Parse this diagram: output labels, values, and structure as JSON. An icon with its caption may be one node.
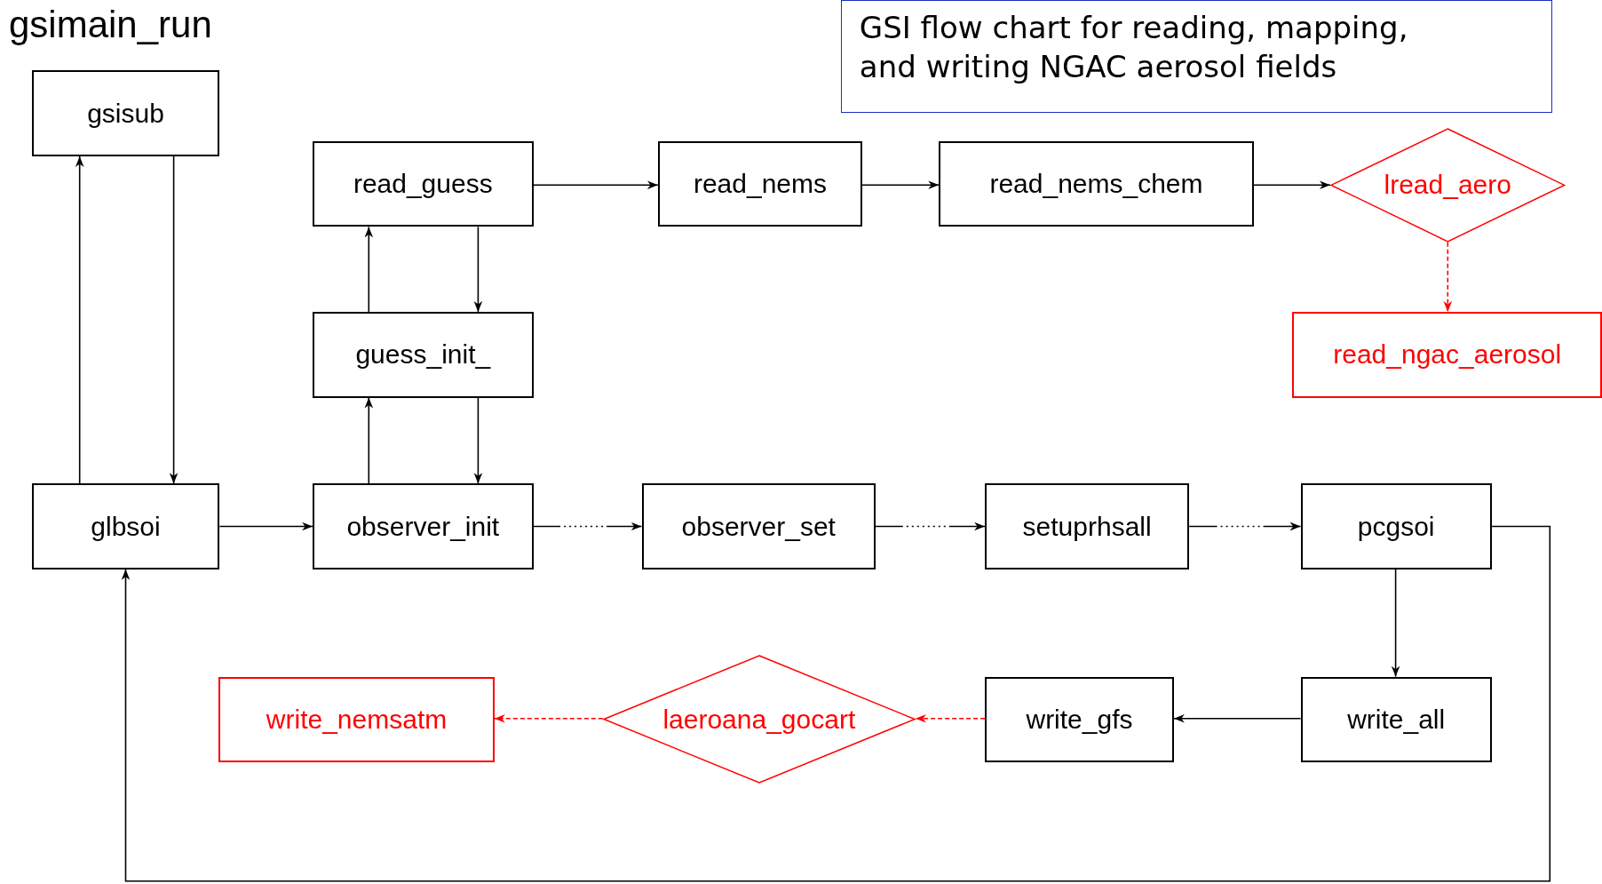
{
  "diagram": {
    "title": "gsimain_run",
    "nodes": [
      {
        "text": [
          "GSI flow chart for reading, mapping, and writing NGAC aerosol fields"
        ]
      },
      {
        "text": [
          "gsisub"
        ]
      },
      {
        "text": [
          "read_guess"
        ]
      },
      {
        "text": [
          "read_nems"
        ]
      },
      {
        "text": [
          "read_nems_chem"
        ]
      },
      {
        "text": [
          "lread_aero"
        ]
      },
      {
        "text": [
          "read_ngac_aerosol"
        ]
      },
      {
        "text": [
          "guess_init_"
        ]
      },
      {
        "text": [
          "glbsoi"
        ]
      },
      {
        "text": [
          "observer_init"
        ]
      },
      {
        "text": [
          "observer_set"
        ]
      },
      {
        "text": [
          "setuprhsall"
        ]
      },
      {
        "text": [
          "pcgsoi"
        ]
      },
      {
        "text": [
          "write_nemsatm"
        ]
      },
      {
        "text": [
          "laeroana_gocart"
        ]
      },
      {
        "text": [
          "write_gfs"
        ]
      },
      {
        "text": [
          "write_all"
        ]
      }
    ],
    "edges": [
      {
        "from": 8,
        "to": 1,
        "arrow": "to"
      },
      {
        "from": 1,
        "to": 8,
        "arrow": "to"
      },
      {
        "from": 2,
        "to": 3,
        "arrow": "to"
      },
      {
        "from": 3,
        "to": 4,
        "arrow": "to"
      },
      {
        "from": 4,
        "to": 5,
        "arrow": "to"
      },
      {
        "from": 5,
        "to": 6,
        "arrow": "to",
        "style": "dashed",
        "color": "#ff0000"
      },
      {
        "from": 7,
        "to": 2,
        "arrow": "to"
      },
      {
        "from": 2,
        "to": 7,
        "arrow": "to"
      },
      {
        "from": 9,
        "to": 7,
        "arrow": "to"
      },
      {
        "from": 7,
        "to": 9,
        "arrow": "to"
      },
      {
        "from": 8,
        "to": 9,
        "arrow": "to"
      },
      {
        "from": 9,
        "to": 10,
        "arrow": "to",
        "style": "dashed"
      },
      {
        "from": 10,
        "to": 11,
        "arrow": "to",
        "style": "dashed"
      },
      {
        "from": 11,
        "to": 12,
        "arrow": "to",
        "style": "dashed"
      },
      {
        "from": 12,
        "to": 16,
        "arrow": "to"
      },
      {
        "from": 12,
        "to": 8,
        "arrow": "to"
      },
      {
        "from": 16,
        "to": 15,
        "arrow": "to"
      },
      {
        "from": 15,
        "to": 14,
        "arrow": "to",
        "style": "dashed",
        "color": "#ff0000"
      },
      {
        "from": 14,
        "to": 13,
        "arrow": "to",
        "style": "dashed",
        "color": "#ff0000"
      }
    ]
  }
}
